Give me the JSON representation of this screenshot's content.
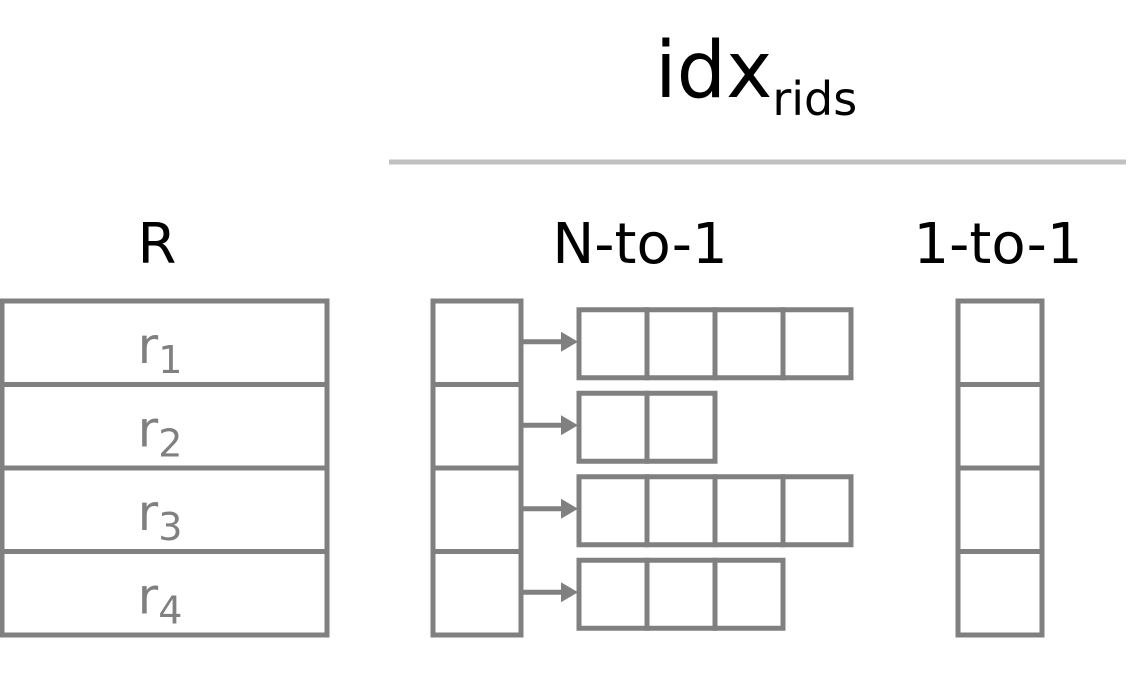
{
  "title": {
    "main": "idx",
    "subscript": "rids"
  },
  "colors": {
    "box_stroke": "#808080",
    "divider": "#c0c0c0",
    "row_text": "#808080",
    "label_text": "#000000"
  },
  "relation": {
    "label": "R",
    "rows": [
      {
        "base": "r",
        "sub": "1"
      },
      {
        "base": "r",
        "sub": "2"
      },
      {
        "base": "r",
        "sub": "3"
      },
      {
        "base": "r",
        "sub": "4"
      }
    ]
  },
  "n_to_1": {
    "label": "N-to-1",
    "list_lengths": [
      4,
      2,
      4,
      3
    ]
  },
  "one_to_one": {
    "label": "1-to-1",
    "count": 4
  }
}
